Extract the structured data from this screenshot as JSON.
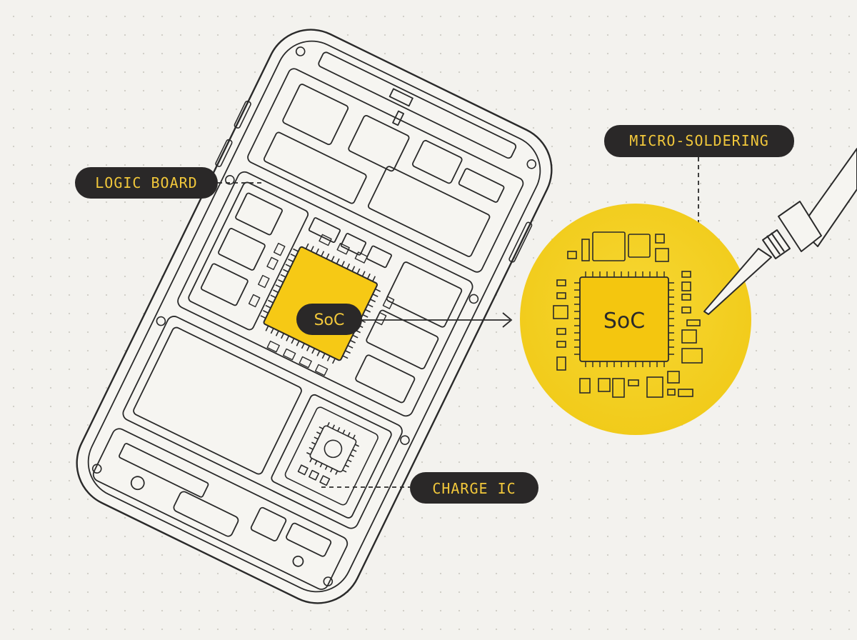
{
  "labels": {
    "logic_board": "LOGIC BOARD",
    "micro_soldering": "MICRO-SOLDERING",
    "charge_ic": "CHARGE IC",
    "soc": "SoC",
    "soc_zoom": "SoC"
  },
  "colors": {
    "background": "#f3f2ee",
    "line": "#2a2a2a",
    "accent": "#f6c915",
    "accent_light": "#f9e06a",
    "pill_bg": "#2a2828",
    "pill_text": "#f2c83b"
  },
  "icons": {
    "tool": "soldering-iron-icon"
  }
}
